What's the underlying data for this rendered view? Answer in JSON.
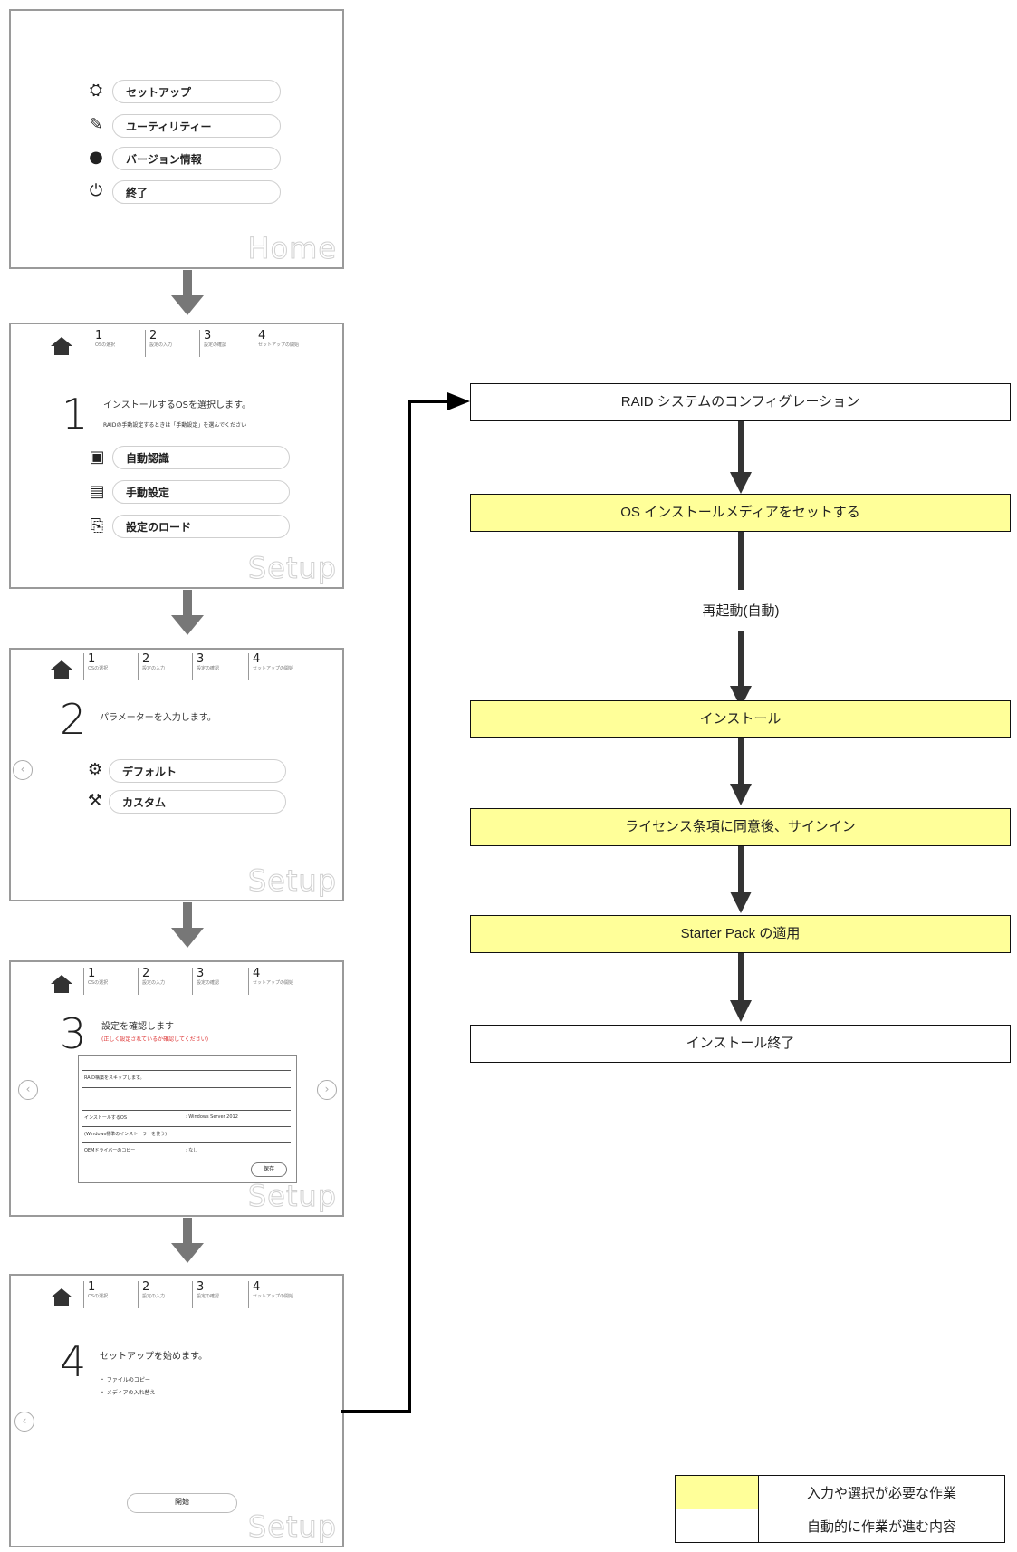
{
  "home_screen": {
    "menu": [
      {
        "label": "セットアップ",
        "icon": "setup-icon"
      },
      {
        "label": "ユーティリティー",
        "icon": "wrench-icon"
      },
      {
        "label": "バージョン情報",
        "icon": "info-icon"
      },
      {
        "label": "終了",
        "icon": "power-icon"
      }
    ],
    "watermark": "Home"
  },
  "steps": [
    {
      "num": "1",
      "label": "OSの選択"
    },
    {
      "num": "2",
      "label": "設定の入力"
    },
    {
      "num": "3",
      "label": "設定の確認"
    },
    {
      "num": "4",
      "label": "セットアップの開始"
    }
  ],
  "step1_screen": {
    "number": "1",
    "title": "インストールするOSを選択します。",
    "note": "RAIDの手動設定するときは「手動設定」を選んでください",
    "options": [
      "自動認識",
      "手動設定",
      "設定のロード"
    ],
    "watermark": "Setup"
  },
  "step2_screen": {
    "number": "2",
    "title": "パラメーターを入力します。",
    "options": [
      "デフォルト",
      "カスタム"
    ],
    "watermark": "Setup"
  },
  "step3_screen": {
    "number": "3",
    "title": "設定を確認します",
    "warning": "(正しく設定されているか確認してください)",
    "rows": [
      {
        "key": "RAID構築をスキップします。",
        "value": ""
      },
      {
        "key": "インストールするOS",
        "value": ": Windows Server 2012"
      },
      {
        "key": "(Windows標準のインストーラーを使う)",
        "value": ""
      },
      {
        "key": "OEMドライバーのコピー",
        "value": ": なし"
      }
    ],
    "save_label": "保存",
    "watermark": "Setup"
  },
  "step4_screen": {
    "number": "4",
    "title": "セットアップを始めます。",
    "bullets": [
      "・ ファイルのコピー",
      "・ メディアの入れ替え"
    ],
    "start_label": "開始",
    "watermark": "Setup"
  },
  "flow": {
    "boxes": [
      {
        "label": "RAID システムのコンフィグレーション",
        "kind": "auto"
      },
      {
        "label": "OS インストールメディアをセットする",
        "kind": "manual"
      },
      {
        "label": "インストール",
        "kind": "manual"
      },
      {
        "label": "ライセンス条項に同意後、サインイン",
        "kind": "manual"
      },
      {
        "label": "Starter Pack の適用",
        "kind": "manual"
      },
      {
        "label": "インストール終了",
        "kind": "auto"
      }
    ],
    "reboot_label": "再起動(自動)"
  },
  "legend": {
    "manual_label": "入力や選択が必要な作業",
    "auto_label": "自動的に作業が進む内容"
  },
  "colors": {
    "manual": "#ffff99",
    "auto": "#ffffff",
    "arrow_gray": "#777777",
    "arrow_dark": "#333333"
  }
}
